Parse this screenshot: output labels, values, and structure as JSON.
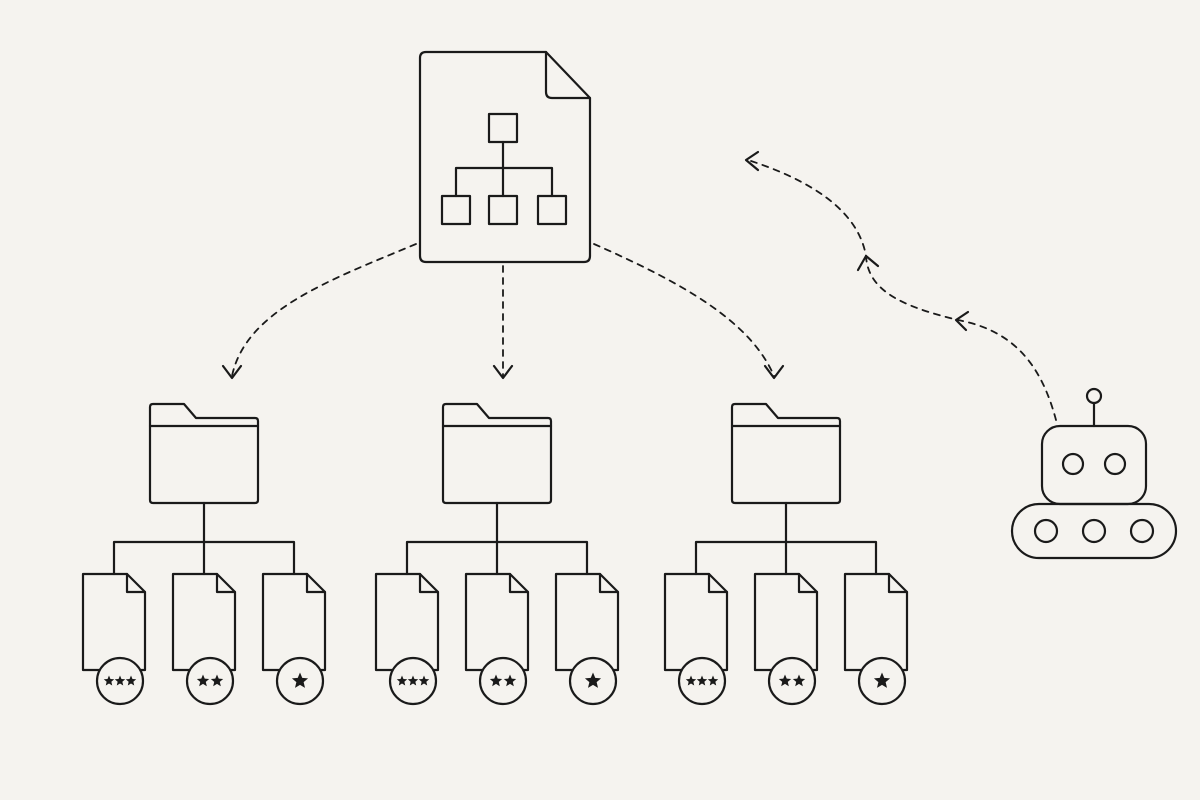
{
  "colors": {
    "background": "#f5f3ef",
    "ink": "#1a1a1a"
  },
  "sitemap": {
    "icon": "sitemap-document-icon",
    "hierarchy_child_boxes": 3
  },
  "groups": [
    {
      "icon": "folder-icon",
      "pages": [
        {
          "icon": "page-icon",
          "rating": 3
        },
        {
          "icon": "page-icon",
          "rating": 2
        },
        {
          "icon": "page-icon",
          "rating": 1
        }
      ]
    },
    {
      "icon": "folder-icon",
      "pages": [
        {
          "icon": "page-icon",
          "rating": 3
        },
        {
          "icon": "page-icon",
          "rating": 2
        },
        {
          "icon": "page-icon",
          "rating": 1
        }
      ]
    },
    {
      "icon": "folder-icon",
      "pages": [
        {
          "icon": "page-icon",
          "rating": 3
        },
        {
          "icon": "page-icon",
          "rating": 2
        },
        {
          "icon": "page-icon",
          "rating": 1
        }
      ]
    }
  ],
  "crawler": {
    "icon": "robot-crawler-icon",
    "path_arrows": 3
  }
}
